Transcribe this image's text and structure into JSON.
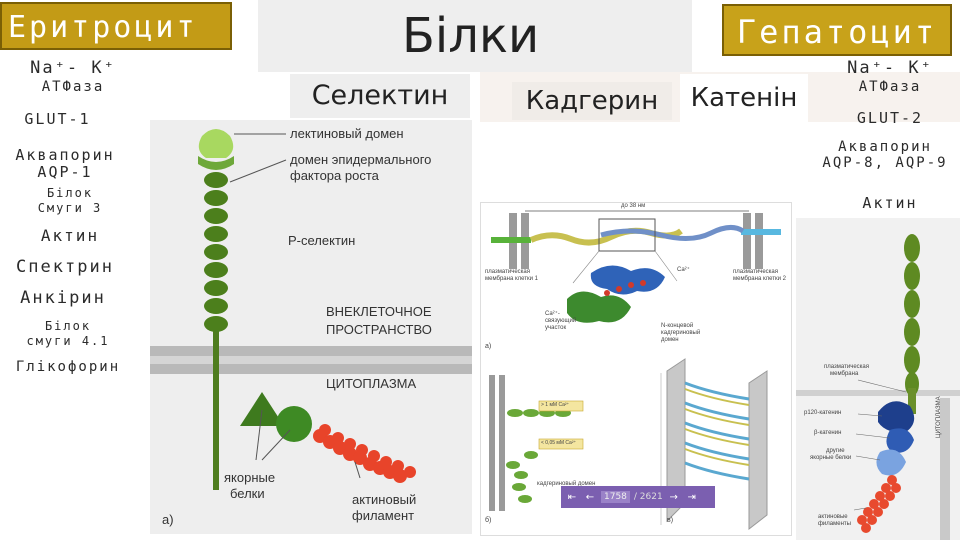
{
  "left": {
    "title": "Еритроцит",
    "labels": [
      "Na⁺- K⁺",
      "АТФаза",
      "GLUT-1",
      "Аквапорин",
      "AQP-1",
      "Білок",
      "Смуги 3",
      "Актин",
      "Спектрин",
      "Анкірин",
      "Білок",
      "смуги 4.1",
      "Глікофорин"
    ]
  },
  "center": {
    "title": "Білки",
    "selectin": "Селектин",
    "cadherin": "Кадгерин",
    "catenin": "Катенін"
  },
  "right": {
    "title": "Гепатоцит",
    "labels": [
      "Na⁺- K⁺",
      "АТФаза",
      "GLUT-2",
      "Аквапорин",
      "AQP-8, AQP-9",
      "Актин"
    ]
  },
  "fig_selectin": {
    "lectin": "лектиновый домен",
    "egf1": "домен эпидермального",
    "egf2": "фактора роста",
    "p_selectin": "P-селектин",
    "extra1": "ВНЕКЛЕТОЧНОЕ",
    "extra2": "ПРОСТРАНСТВО",
    "cyto": "ЦИТОПЛАЗМА",
    "anchor1": "якорные",
    "anchor2": "белки",
    "actin1": "актиновый",
    "actin2": "филамент",
    "panel": "а)"
  },
  "fig_cadherin": {
    "top_label": "до 38 нм",
    "mem1a": "плазматическая",
    "mem1b": "мембрана клетки 1",
    "mem2a": "плазматическая",
    "mem2b": "мембрана клетки 2",
    "ca": "Ca²⁺",
    "bind1": "Ca²⁺-",
    "bind2": "связующий",
    "bind3": "участок",
    "dom1": "N-концевой",
    "dom2": "кадгериновый",
    "dom3": "домен",
    "a_label": "а)",
    "c1": "> 1 мМ Ca²⁺",
    "c2": "< 0,05 мМ Ca²⁺",
    "cad_dom": "кадгериновый домен",
    "b_label": "б)",
    "c_label": "в)",
    "pager": {
      "current": "1758",
      "total": "/ 2621"
    }
  },
  "fig_catenin": {
    "pm1": "плазматическая",
    "pm2": "мембрана",
    "p120": "p120-катенин",
    "beta": "β-катенин",
    "other1": "другие",
    "other2": "якорные белки",
    "actin1": "актиновые",
    "actin2": "филаменты",
    "cyto": "ЦИТОПЛАЗМА"
  }
}
